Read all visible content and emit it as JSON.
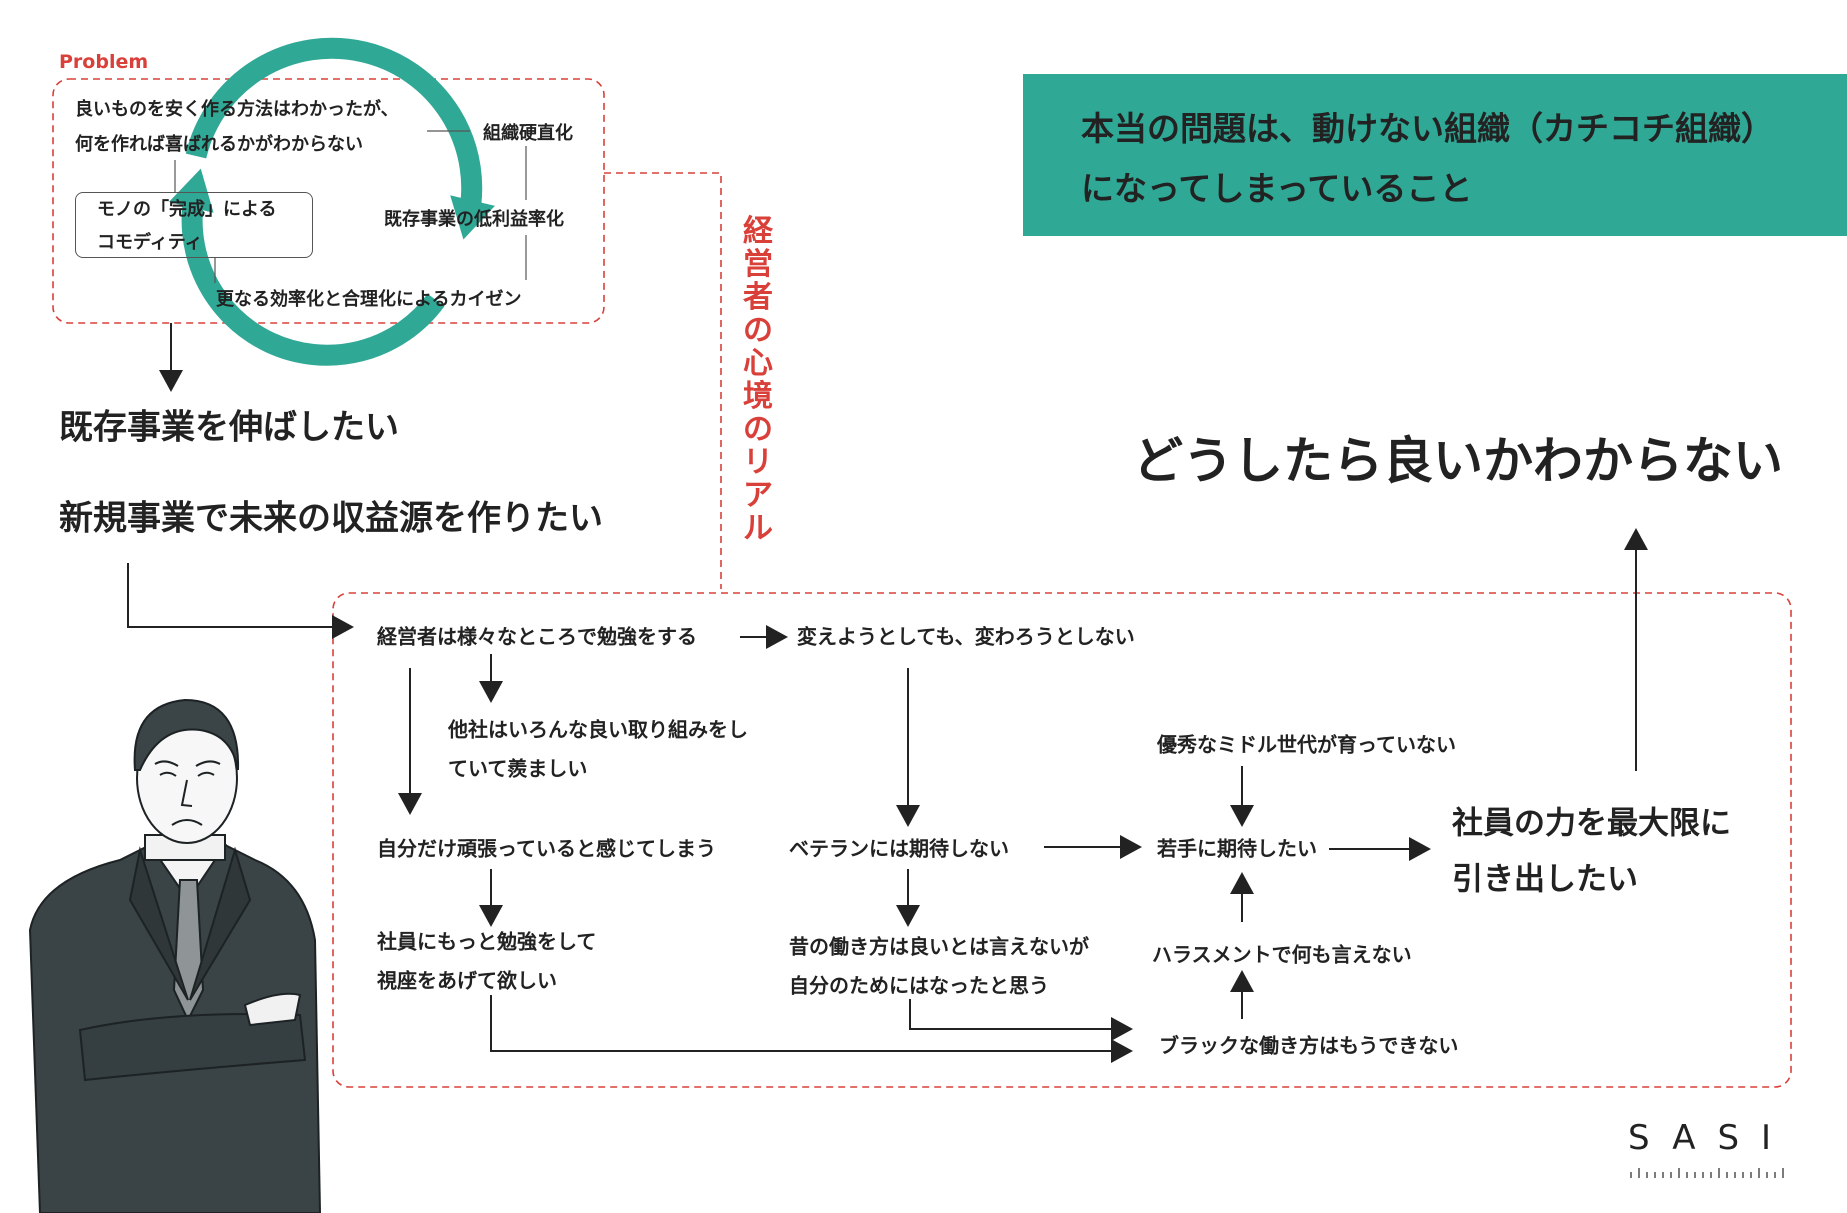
{
  "problem": {
    "label": "Problem",
    "line1": "良いものを安く作る方法はわかったが、",
    "line2": "何を作れば喜ばれるかがわからない",
    "rigid": "組織硬直化",
    "low_profit": "既存事業の低利益率化",
    "kaizen": "更なる効率化と合理化によるカイゼン",
    "commodity_line1": "モノの「完成」による",
    "commodity_line2": "コモディティ"
  },
  "side_title": "経営者の心境のリアル",
  "headline": {
    "line1": "本当の問題は、動けない組織（カチコチ組織）",
    "line2": "になってしまっていること"
  },
  "wishes": {
    "grow_existing": "既存事業を伸ばしたい",
    "new_business": "新規事業で未来の収益源を作りたい"
  },
  "conclusion": "どうしたら良いかわからない",
  "flow": {
    "study": "経営者は様々なところで勉強をする",
    "no_change": "変えようとしても、変わろうとしない",
    "envy_1": "他社はいろんな良い取り組みをし",
    "envy_2": "ていて羨ましい",
    "alone": "自分だけ頑張っていると感じてしまう",
    "staff_study_1": "社員にもっと勉強をして",
    "staff_study_2": "視座をあげて欲しい",
    "veteran": "ベテランには期待しない",
    "old_way_1": "昔の働き方は良いとは言えないが",
    "old_way_2": "自分のためにはなったと思う",
    "middle": "優秀なミドル世代が育っていない",
    "young": "若手に期待したい",
    "harassment": "ハラスメントで何も言えない",
    "black": "ブラックな働き方はもうできない",
    "maximize_1": "社員の力を最大限に",
    "maximize_2": "引き出したい"
  },
  "logo": "SASI",
  "colors": {
    "teal": "#30a896",
    "red": "#d9403a",
    "ink": "#222222"
  }
}
